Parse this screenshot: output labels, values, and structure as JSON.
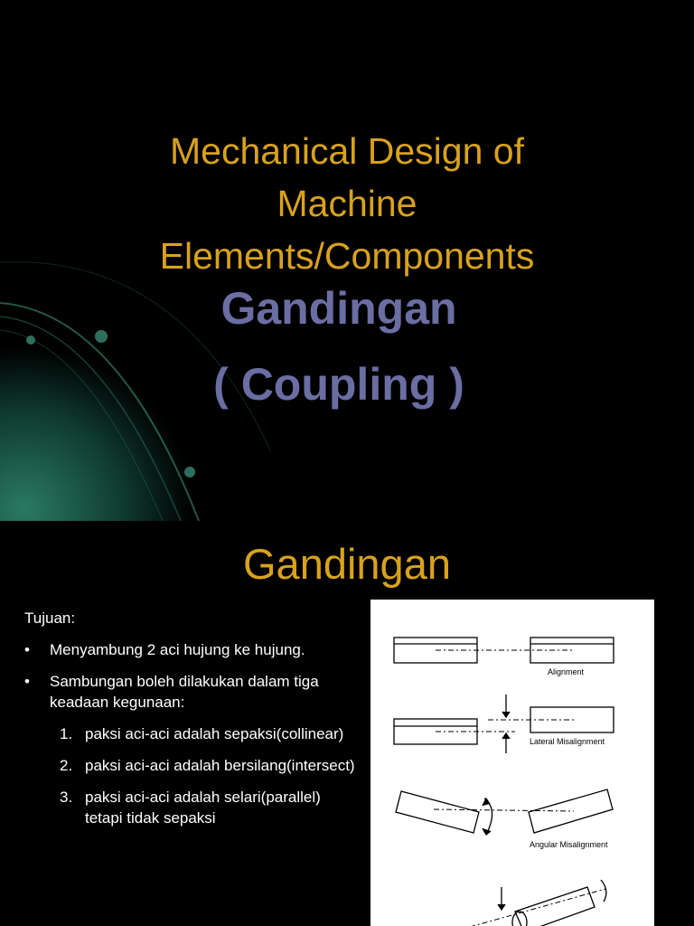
{
  "slide1": {
    "title_lines": [
      "Mechanical Design of",
      "Machine",
      "Elements/Components"
    ],
    "subtitle_1": "Gandingan",
    "subtitle_2": "( Coupling )"
  },
  "slide2": {
    "title": "Gandingan",
    "intro_label": "Tujuan:",
    "bullets": [
      "Menyambung 2 aci hujung ke hujung.",
      "Sambungan boleh dilakukan dalam tiga keadaan kegunaan:"
    ],
    "numbered": [
      {
        "num": "1.",
        "text": "paksi aci-aci adalah sepaksi(collinear)"
      },
      {
        "num": "2.",
        "text": "paksi aci-aci adalah bersilang(intersect)"
      },
      {
        "num": "3.",
        "text": "paksi aci-aci adalah selari(parallel) tetapi tidak sepaksi"
      }
    ],
    "figure_labels": {
      "alignment": "Alignment",
      "lateral": "Lateral Misalignment",
      "angular": "Angular Misalignment"
    }
  },
  "colors": {
    "background": "#000000",
    "title_gold": "#d8a21c",
    "subtitle_blue": "#6b6ea3",
    "deco_green": "#1f5f4f"
  }
}
